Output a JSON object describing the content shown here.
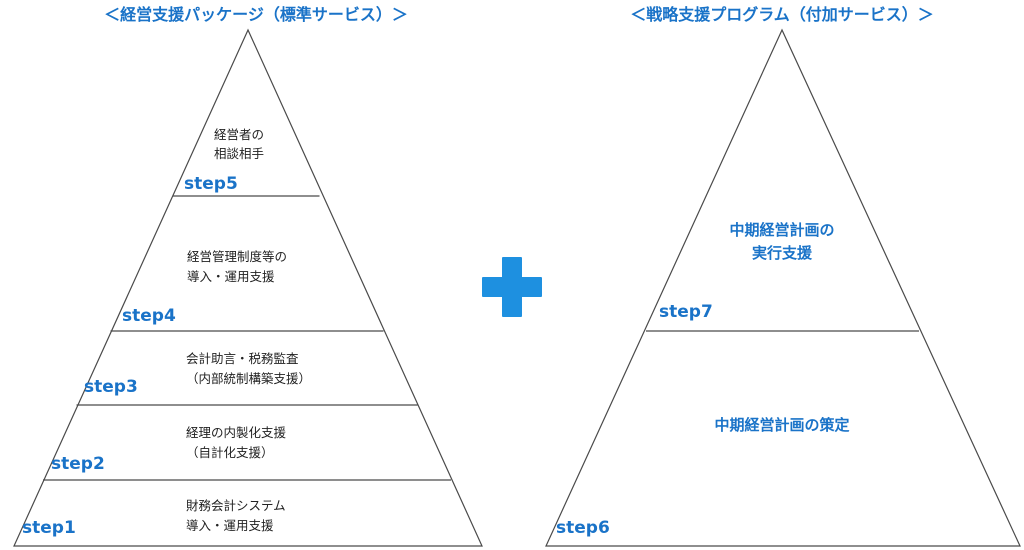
{
  "left_pyramid": {
    "heading": "＜経営支援パッケージ（標準サービス）＞",
    "tiers": [
      {
        "step": "step5",
        "lines": [
          "経営者の",
          "相談相手"
        ]
      },
      {
        "step": "step4",
        "lines": [
          "経営管理制度等の",
          "導入・運用支援"
        ]
      },
      {
        "step": "step3",
        "lines": [
          "会計助言・税務監査",
          "（内部統制構築支援）"
        ]
      },
      {
        "step": "step2",
        "lines": [
          "経理の内製化支援",
          "（自計化支援）"
        ]
      },
      {
        "step": "step1",
        "lines": [
          "財務会計システム",
          "導入・運用支援"
        ]
      }
    ]
  },
  "plus_symbol": "plus-icon",
  "right_pyramid": {
    "heading": "＜戦略支援プログラム（付加サービス）＞",
    "tiers": [
      {
        "step": "step7",
        "lines": [
          "中期経営計画の",
          "実行支援"
        ]
      },
      {
        "step": "step6",
        "lines": [
          "中期経営計画の策定"
        ]
      }
    ]
  },
  "colors": {
    "accent": "#1a73c8",
    "plus": "#1e90e0",
    "outline": "#4a4a4a"
  }
}
